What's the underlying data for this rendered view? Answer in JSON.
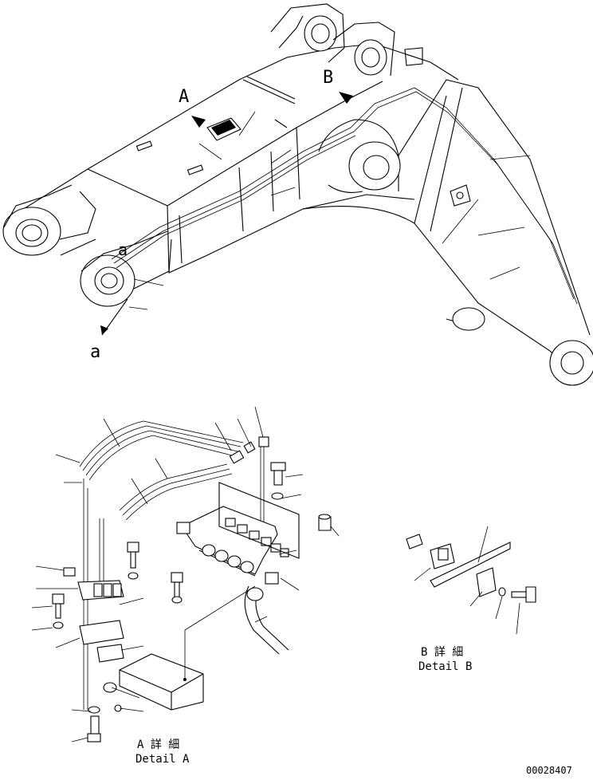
{
  "labels": {
    "view_a_letter": "A",
    "view_b_letter": "B",
    "callout_a_upper": "a",
    "callout_a_lower": "a",
    "detail_a_jp": "A 詳 細",
    "detail_a_en": "Detail A",
    "detail_b_jp": "B 詳 細",
    "detail_b_en": "Detail B",
    "drawing_number": "00028407"
  }
}
